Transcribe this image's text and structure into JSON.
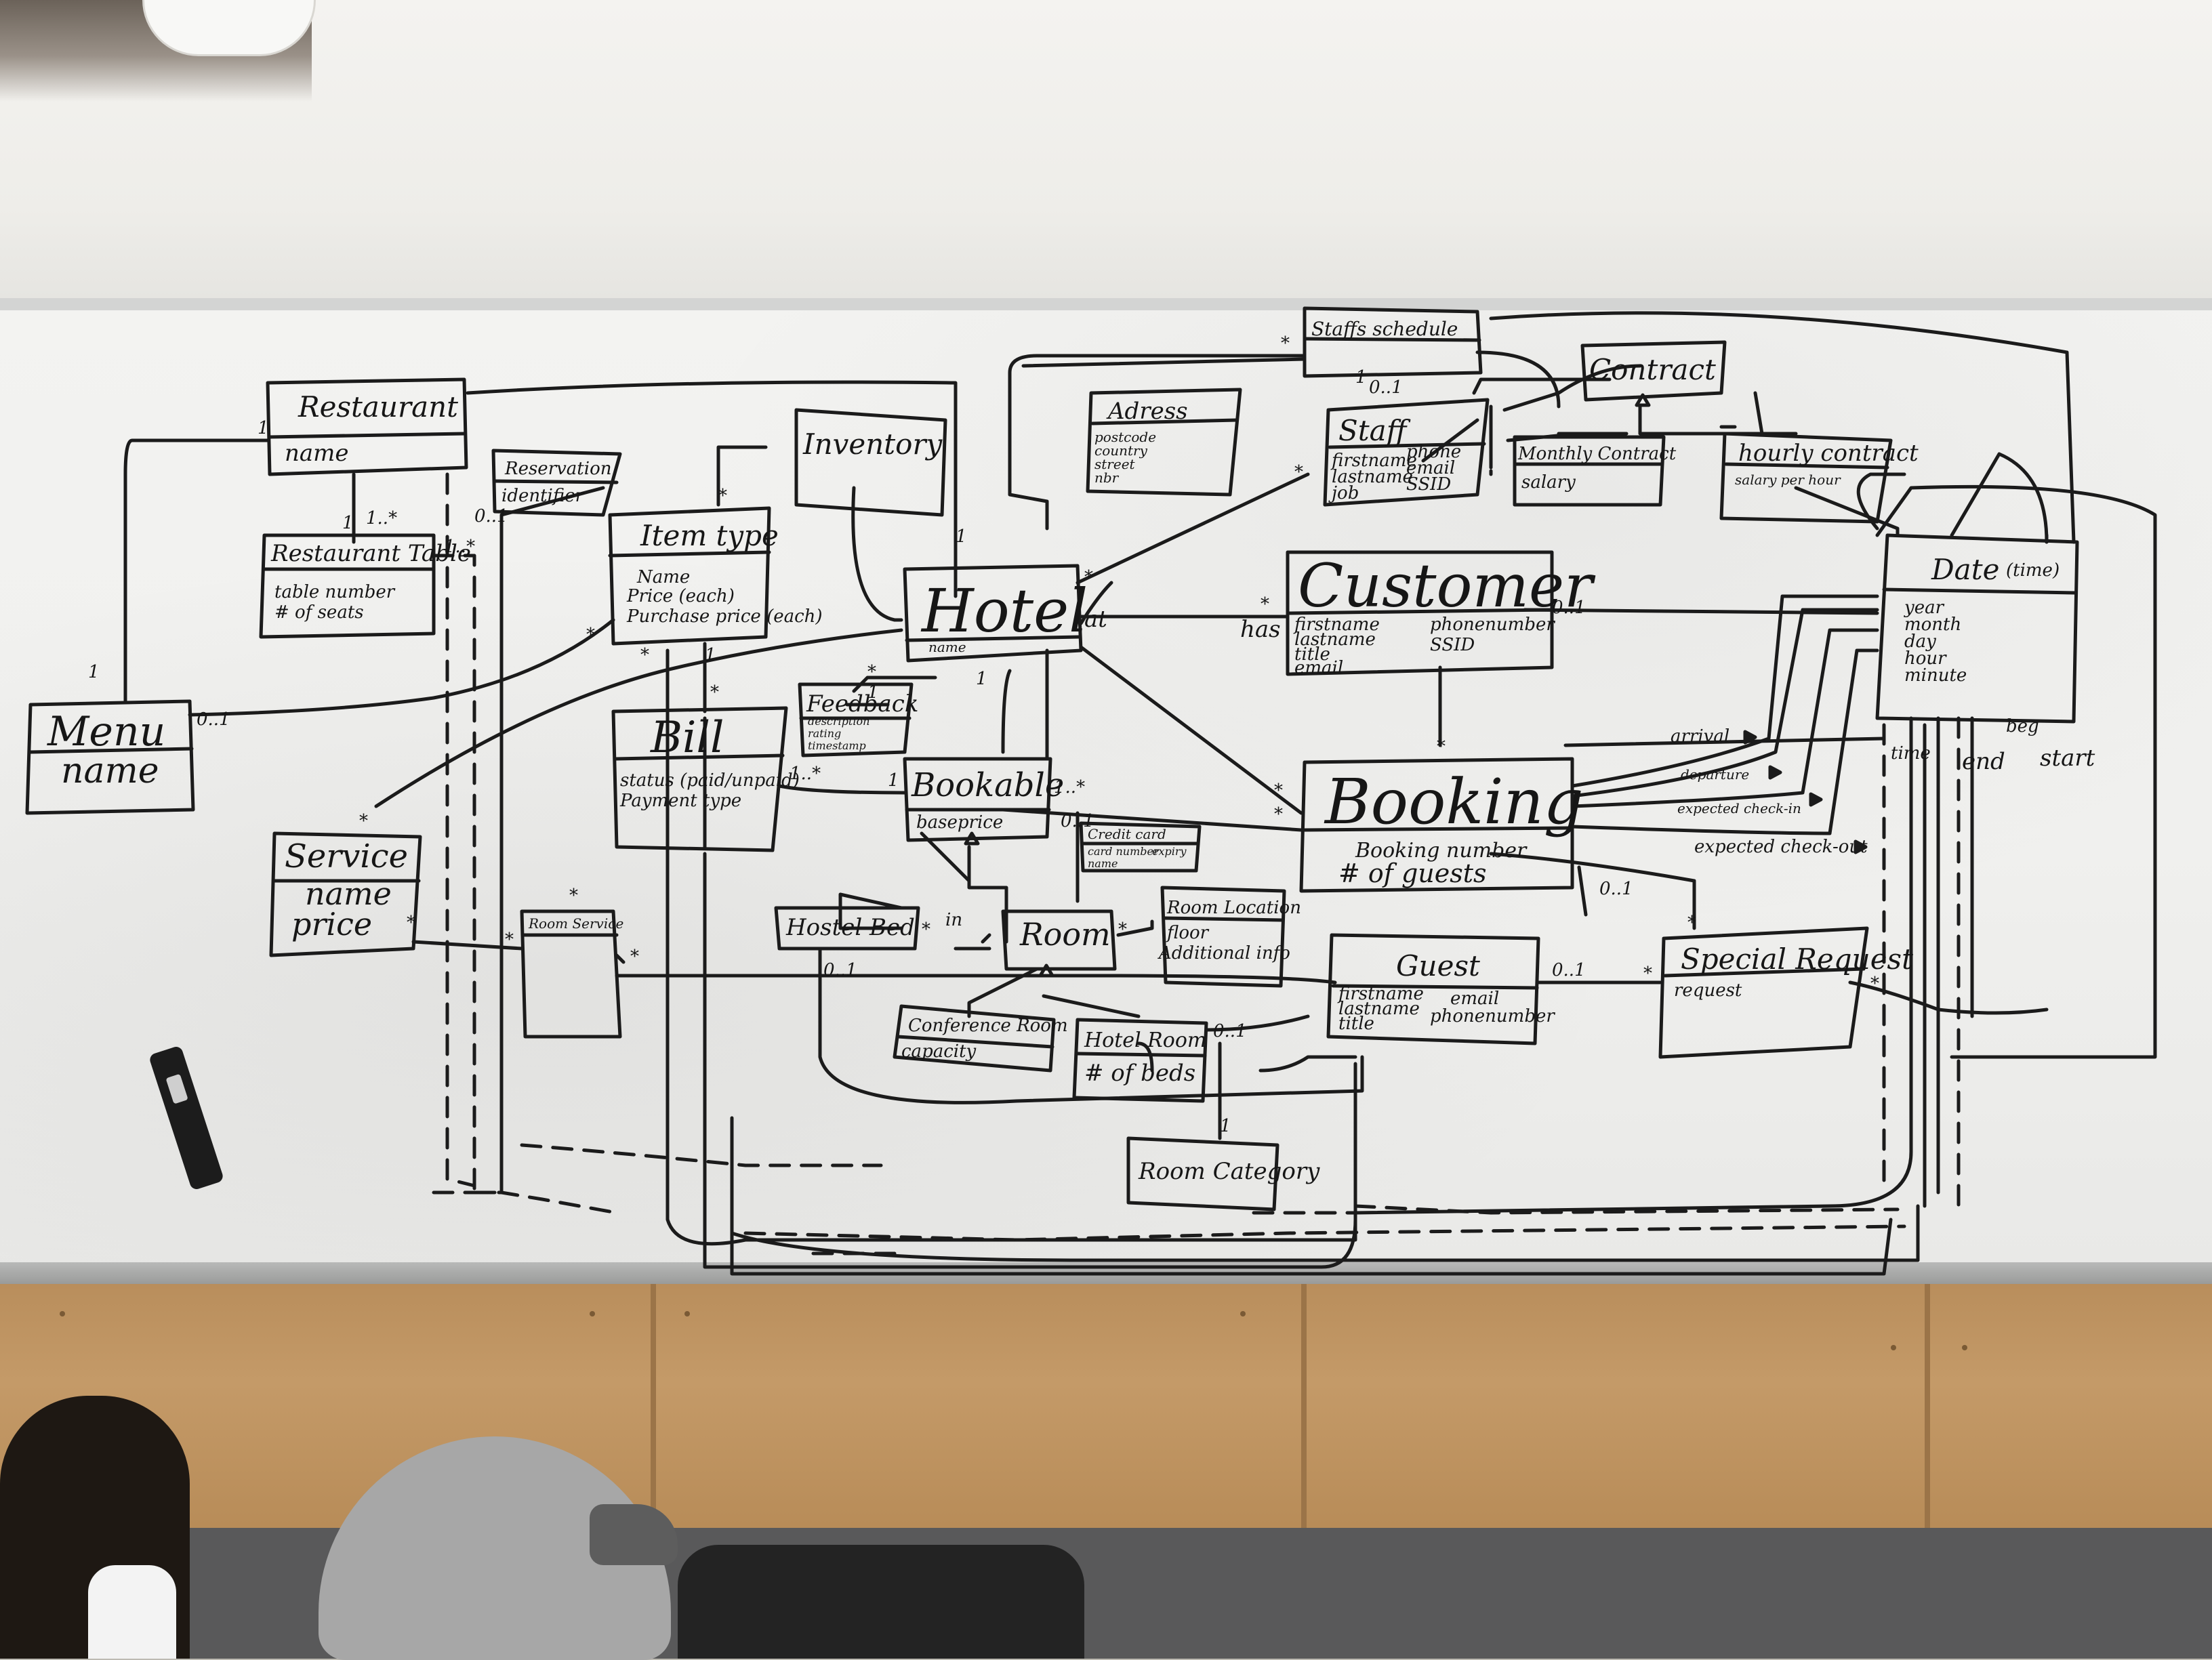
{
  "classes": {
    "restaurant": {
      "title": "Restaurant",
      "attrs": [
        "name"
      ]
    },
    "reservation": {
      "title": "Reservation",
      "attrs": [
        "identifier"
      ]
    },
    "restaurant_table": {
      "title": "Restaurant Table",
      "attrs": [
        "table number",
        "# of seats"
      ]
    },
    "item_type": {
      "title": "Item type",
      "attrs": [
        "Name",
        "Price (each)",
        "Purchase price (each)"
      ]
    },
    "inventory": {
      "title": "Inventory",
      "attrs": []
    },
    "menu": {
      "title": "Menu",
      "attrs": [
        "name"
      ]
    },
    "bill": {
      "title": "Bill",
      "attrs": [
        "status (paid/unpaid)",
        "Payment type"
      ]
    },
    "service": {
      "title": "Service",
      "attrs": [
        "name",
        "price"
      ]
    },
    "room_service": {
      "title": "Room Service",
      "attrs": []
    },
    "hotel": {
      "title": "Hotel",
      "attrs": [
        "name"
      ]
    },
    "feedback": {
      "title": "Feedback",
      "attrs": [
        "description",
        "rating",
        "timestamp"
      ]
    },
    "bookable": {
      "title": "Bookable",
      "attrs": [
        "baseprice"
      ]
    },
    "credit_card": {
      "title": "Credit card",
      "attrs": [
        "card number",
        "name",
        "expiry"
      ]
    },
    "hostel_bed": {
      "title": "Hostel Bed",
      "attrs": []
    },
    "room": {
      "title": "Room",
      "attrs": []
    },
    "room_location": {
      "title": "Room Location",
      "attrs": [
        "floor",
        "Additional info"
      ]
    },
    "conference_room": {
      "title": "Conference Room",
      "attrs": [
        "capacity"
      ]
    },
    "hotel_room": {
      "title": "Hotel Room",
      "attrs": [
        "# of beds"
      ]
    },
    "room_category": {
      "title": "Room Category",
      "attrs": []
    },
    "staffs_schedule": {
      "title": "Staffs schedule",
      "attrs": []
    },
    "contract": {
      "title": "Contract",
      "attrs": []
    },
    "adress": {
      "title": "Adress",
      "attrs": [
        "postcode",
        "country",
        "street",
        "nbr"
      ]
    },
    "staff": {
      "title": "Staff",
      "attrs": [
        "firstname",
        "lastname",
        "job",
        "phone",
        "email",
        "SSID"
      ]
    },
    "monthly_contract": {
      "title": "Monthly Contract",
      "attrs": [
        "salary"
      ]
    },
    "hourly_contract": {
      "title": "hourly contract",
      "attrs": [
        "salary per hour"
      ]
    },
    "customer": {
      "title": "Customer",
      "attrs": [
        "firstname",
        "lastname",
        "title",
        "email",
        "phonenumber",
        "SSID"
      ]
    },
    "booking": {
      "title": "Booking",
      "attrs": [
        "Booking number",
        "# of guests"
      ]
    },
    "guest": {
      "title": "Guest",
      "attrs": [
        "firstname",
        "lastname",
        "title",
        "email",
        "phonenumber"
      ]
    },
    "special_request": {
      "title": "Special Request",
      "attrs": [
        "request"
      ]
    },
    "date": {
      "title": "Date",
      "note": "(time)",
      "attrs": [
        "year",
        "month",
        "day",
        "hour",
        "minute"
      ]
    }
  },
  "association_labels": {
    "at": "at",
    "has": "has",
    "arrival": "arrival",
    "departure": "departure",
    "expected_check_in": "expected check-in",
    "expected_check_out": "expected check-out",
    "in": "in",
    "time": "time",
    "end": "end",
    "beg": "beg",
    "start": "start"
  },
  "multiplicities": {
    "one": "1",
    "many": "*",
    "zero_one": "0..1",
    "one_many": "1..*"
  }
}
